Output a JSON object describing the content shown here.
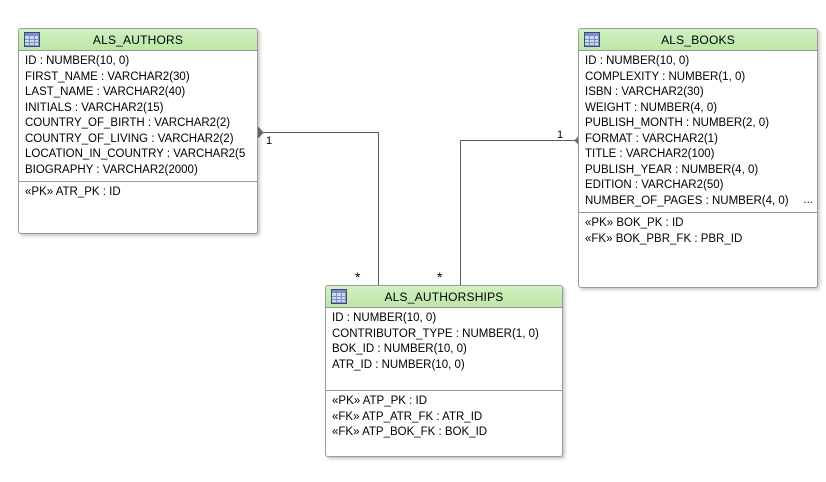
{
  "diagram": {
    "type": "uml-class-diagram",
    "background_color": "#ffffff",
    "header_color": "#c7ecb4",
    "border_color": "#9a9a9a",
    "connector_color": "#5b5b5b"
  },
  "entities": [
    {
      "name": "ALS_AUTHORS",
      "icon": "table-icon",
      "attributes": [
        "ID : NUMBER(10, 0)",
        "FIRST_NAME : VARCHAR2(30)",
        "LAST_NAME : VARCHAR2(40)",
        "INITIALS : VARCHAR2(15)",
        "COUNTRY_OF_BIRTH : VARCHAR2(2)",
        "COUNTRY_OF_LIVING : VARCHAR2(2)",
        "LOCATION_IN_COUNTRY : VARCHAR2(5",
        "BIOGRAPHY : VARCHAR2(2000)"
      ],
      "keys": [
        {
          "stereotype": "«PK»",
          "text": "ATR_PK : ID"
        }
      ],
      "truncated": false
    },
    {
      "name": "ALS_BOOKS",
      "icon": "table-icon",
      "attributes": [
        "ID : NUMBER(10, 0)",
        "COMPLEXITY : NUMBER(1, 0)",
        "ISBN : VARCHAR2(30)",
        "WEIGHT : NUMBER(4, 0)",
        "PUBLISH_MONTH : NUMBER(2, 0)",
        "FORMAT : VARCHAR2(1)",
        "TITLE : VARCHAR2(100)",
        "PUBLISH_YEAR : NUMBER(4, 0)",
        "EDITION : VARCHAR2(50)",
        "NUMBER_OF_PAGES : NUMBER(4, 0)"
      ],
      "keys": [
        {
          "stereotype": "«PK»",
          "text": "BOK_PK : ID"
        },
        {
          "stereotype": "«FK»",
          "text": "BOK_PBR_FK : PBR_ID"
        }
      ],
      "truncated": true,
      "truncation_mark": "..."
    },
    {
      "name": "ALS_AUTHORSHIPS",
      "icon": "table-icon",
      "attributes": [
        "ID : NUMBER(10, 0)",
        "CONTRIBUTOR_TYPE : NUMBER(1, 0)",
        "BOK_ID : NUMBER(10, 0)",
        "ATR_ID : NUMBER(10, 0)"
      ],
      "keys": [
        {
          "stereotype": "«PK»",
          "text": "ATP_PK : ID"
        },
        {
          "stereotype": "«FK»",
          "text": "ATP_ATR_FK : ATR_ID"
        },
        {
          "stereotype": "«FK»",
          "text": "ATP_BOK_FK : BOK_ID"
        }
      ],
      "truncated": false
    }
  ],
  "relationships": [
    {
      "from": "ALS_AUTHORS",
      "to": "ALS_AUTHORSHIPS",
      "source_multiplicity": "1",
      "target_multiplicity": "*",
      "source_marker": "diamond"
    },
    {
      "from": "ALS_BOOKS",
      "to": "ALS_AUTHORSHIPS",
      "source_multiplicity": "1",
      "target_multiplicity": "*",
      "source_marker": "diamond"
    }
  ]
}
